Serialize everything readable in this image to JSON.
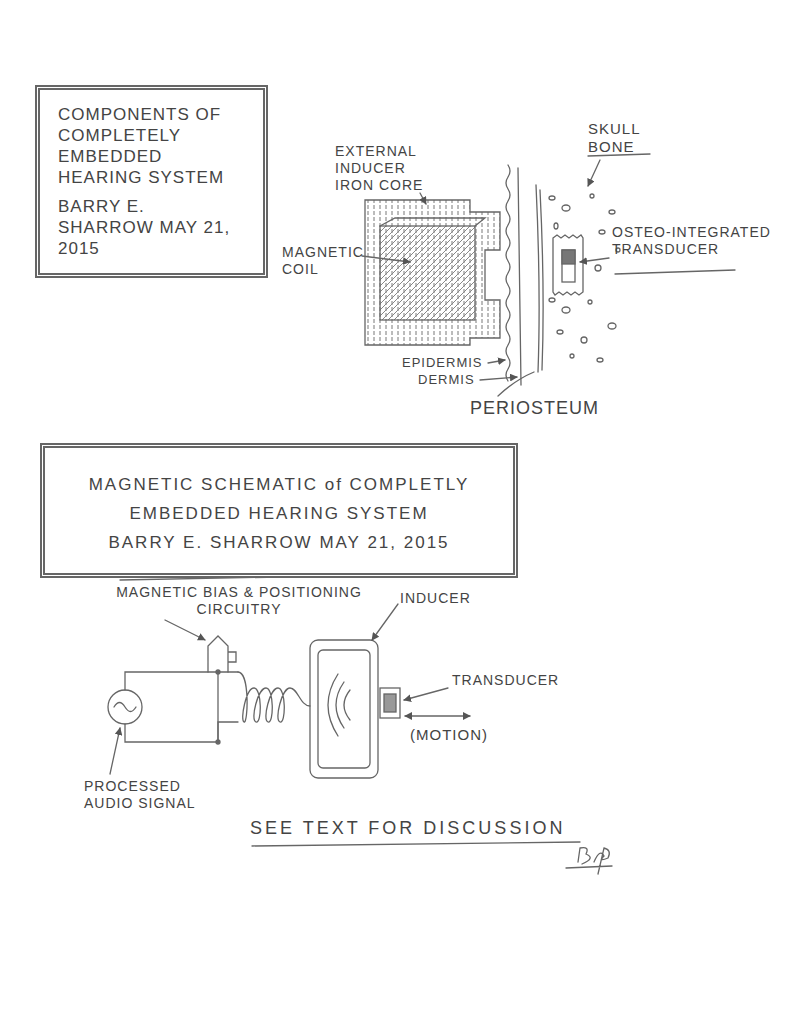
{
  "diagram": {
    "nodes": [
      {
        "text": [
          "COMPONENTS OF COMPLETELY EMBEDDED HEARING SYSTEM",
          "BARRY E. SHARROW MAY 21, 2015"
        ]
      },
      {
        "text": [
          "MAGNETIC SCHEMATIC of COMPLETLY EMBEDDED HEARING SYSTEM",
          "BARRY E. SHARROW MAY 21, 2015"
        ]
      }
    ],
    "labels": [
      "EXTERNAL INDUCER IRON CORE",
      "MAGNETIC COIL",
      "SKULL BONE",
      "OSTEO-INTEGRATED TRANSDUCER",
      "EPIDERMIS",
      "DERMIS",
      "PERIOSTEUM",
      "MAGNETIC BIAS & POSITIONING CIRCUITRY",
      "INDUCER",
      "TRANSDUCER",
      "(MOTION)",
      "PROCESSED AUDIO SIGNAL",
      "SEE TEXT FOR DISCUSSION"
    ]
  }
}
